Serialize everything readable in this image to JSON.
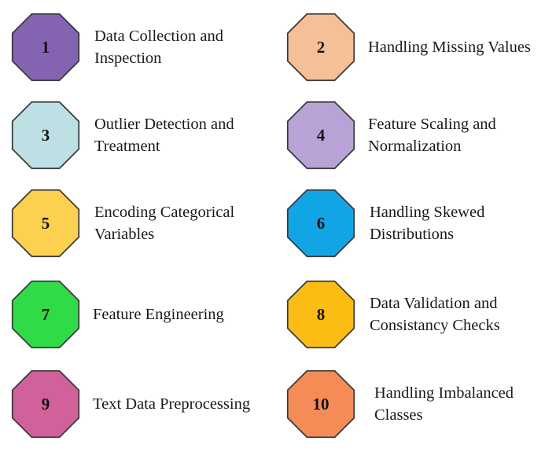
{
  "steps": [
    {
      "number": "1",
      "lines": [
        "Data Collection and",
        "Inspection"
      ],
      "color": "#8463b2"
    },
    {
      "number": "2",
      "lines": [
        "Handling Missing Values"
      ],
      "color": "#f5bf97"
    },
    {
      "number": "3",
      "lines": [
        "Outlier Detection and",
        "Treatment"
      ],
      "color": "#bde0e5"
    },
    {
      "number": "4",
      "lines": [
        "Feature Scaling and",
        "Normalization"
      ],
      "color": "#b9a2d5"
    },
    {
      "number": "5",
      "lines": [
        "Encoding Categorical",
        "Variables"
      ],
      "color": "#fcd14f"
    },
    {
      "number": "6",
      "lines": [
        "Handling Skewed",
        "Distributions"
      ],
      "color": "#12a5e6"
    },
    {
      "number": "7",
      "lines": [
        "Feature Engineering"
      ],
      "color": "#2fdc47"
    },
    {
      "number": "8",
      "lines": [
        "Data Validation and",
        "Consistancy Checks"
      ],
      "color": "#fbbd13"
    },
    {
      "number": "9",
      "lines": [
        "Text Data Preprocessing"
      ],
      "color": "#d2609a"
    },
    {
      "number": "10",
      "lines": [
        "Handling Imbalanced",
        "Classes"
      ],
      "color": "#f58c58"
    }
  ]
}
